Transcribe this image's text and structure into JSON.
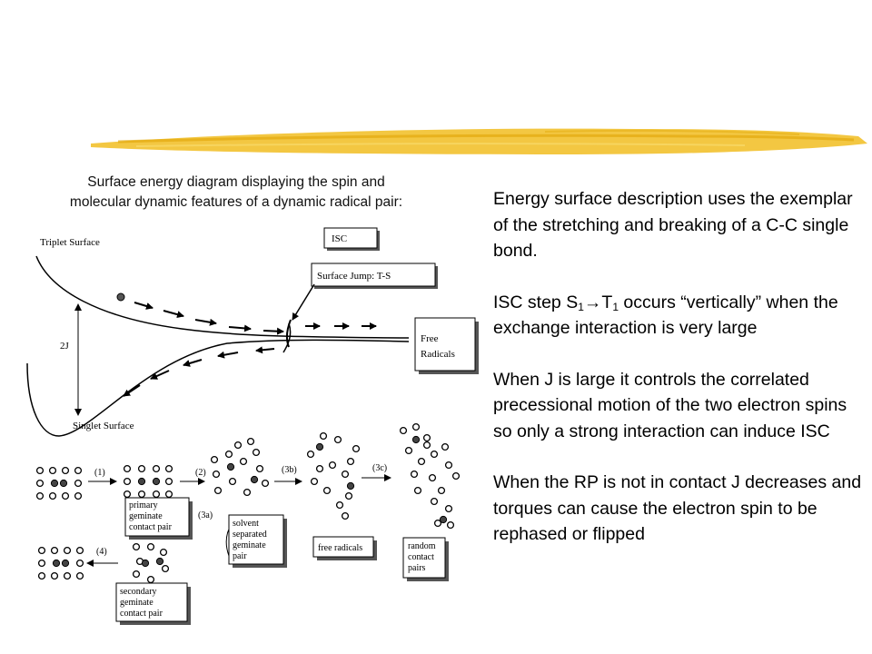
{
  "caption": {
    "line1": "Surface energy diagram displaying the spin and",
    "line2": "molecular dynamic features of a dynamic radical pair:"
  },
  "notes": {
    "p1": "Energy surface description uses the exemplar of the stretching and breaking of a C-C single bond.",
    "p2_pre": "ISC step S",
    "p2_s_sub": "1",
    "p2_arrow": "→",
    "p2_t": "T",
    "p2_t_sub": "1",
    "p2_post": " occurs “vertically” when the exchange interaction is very large",
    "p3": "When J is large it controls the correlated precessional motion of the two electron spins so only a strong interaction can induce ISC",
    "p4": "When the RP is not in contact J decreases and torques can cause the electron spin to be rephased or flipped"
  },
  "energy_diagram": {
    "triplet_label": "Triplet Surface",
    "singlet_label": "Singlet Surface",
    "gap_label": "2J",
    "isc_box": "ISC",
    "jump_box": "Surface Jump: T-S",
    "free_line1": "Free",
    "free_line2": "Radicals"
  },
  "scheme": {
    "step1": "(1)",
    "step2": "(2)",
    "step3a": "(3a)",
    "step3b": "(3b)",
    "step3c": "(3c)",
    "step4": "(4)",
    "box_primary": [
      "primary",
      "geminate",
      "contact pair"
    ],
    "box_solvent": [
      "solvent",
      "separated",
      "geminate",
      "pair"
    ],
    "box_free": [
      "free radicals"
    ],
    "box_random": [
      "random",
      "contact",
      "pairs"
    ],
    "box_secondary": [
      "secondary",
      "geminate",
      "contact pair"
    ]
  },
  "colors": {
    "highlighter": "#f2c12e",
    "ink": "#000000"
  }
}
